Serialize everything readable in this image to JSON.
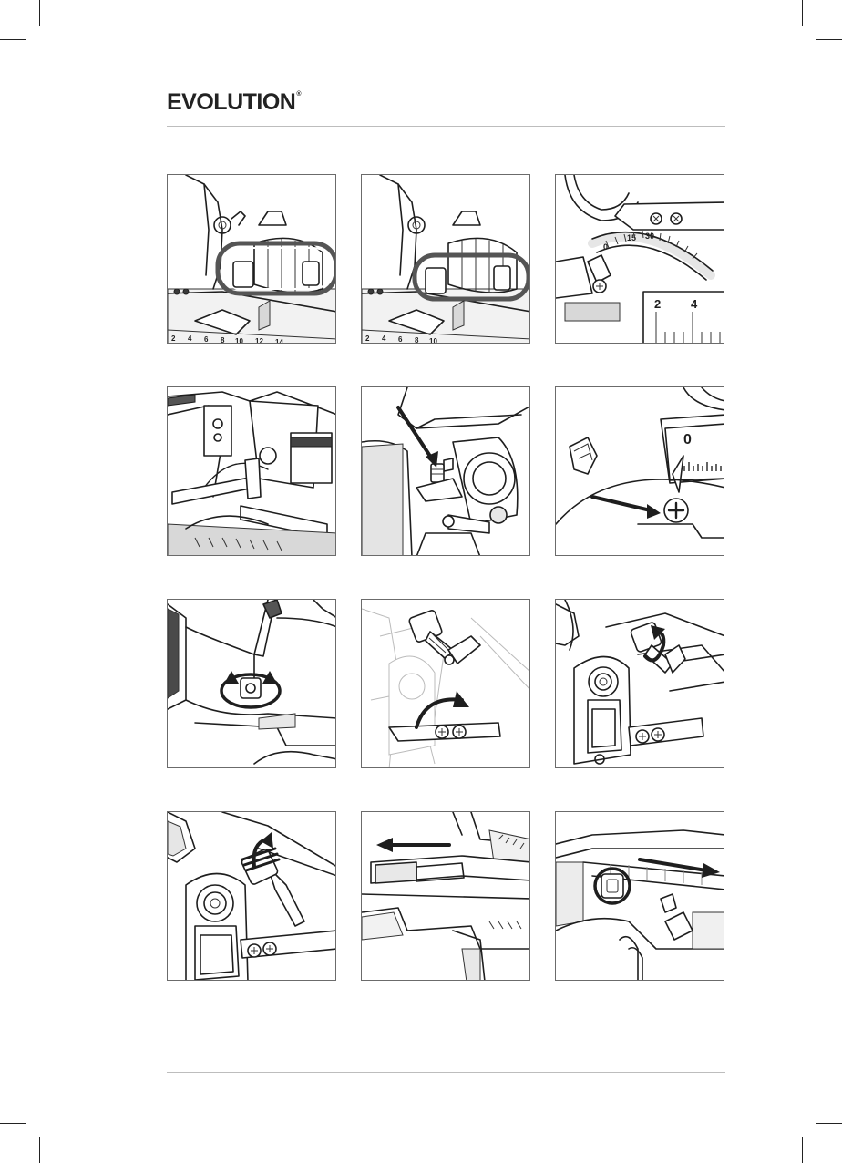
{
  "brand": {
    "logo_text": "EVOLUTION",
    "registered": "®"
  },
  "figures": [
    {
      "scale_labels": [
        "2",
        "4",
        "6",
        "8",
        "10",
        "12",
        "14"
      ]
    },
    {
      "scale_labels": [
        "2",
        "4",
        "6",
        "8",
        "10"
      ]
    },
    {
      "scale_labels": [
        "0",
        "15",
        "30",
        "2",
        "4"
      ]
    },
    {
      "scale_labels": []
    },
    {
      "scale_labels": []
    },
    {
      "scale_labels": [
        "0"
      ]
    },
    {
      "scale_labels": []
    },
    {
      "scale_labels": []
    },
    {
      "scale_labels": []
    },
    {
      "scale_labels": []
    },
    {
      "scale_labels": []
    },
    {
      "scale_labels": []
    }
  ]
}
